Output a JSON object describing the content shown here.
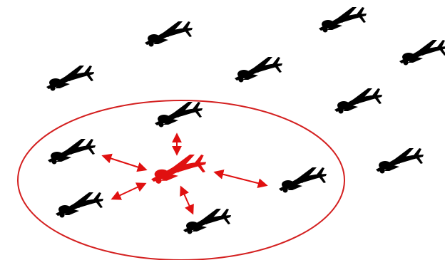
{
  "colors": {
    "background": "#ffffff",
    "drone": "#000000",
    "leader": "#e01010",
    "range": "#d42020",
    "link": "#e01010"
  },
  "icons": {
    "drone": "drone-icon",
    "leader": "leader-drone-icon",
    "arrow": "double-headed-arrow"
  },
  "swarm": {
    "outside_count": 7,
    "inside_count": 5,
    "leader_count": 1
  }
}
